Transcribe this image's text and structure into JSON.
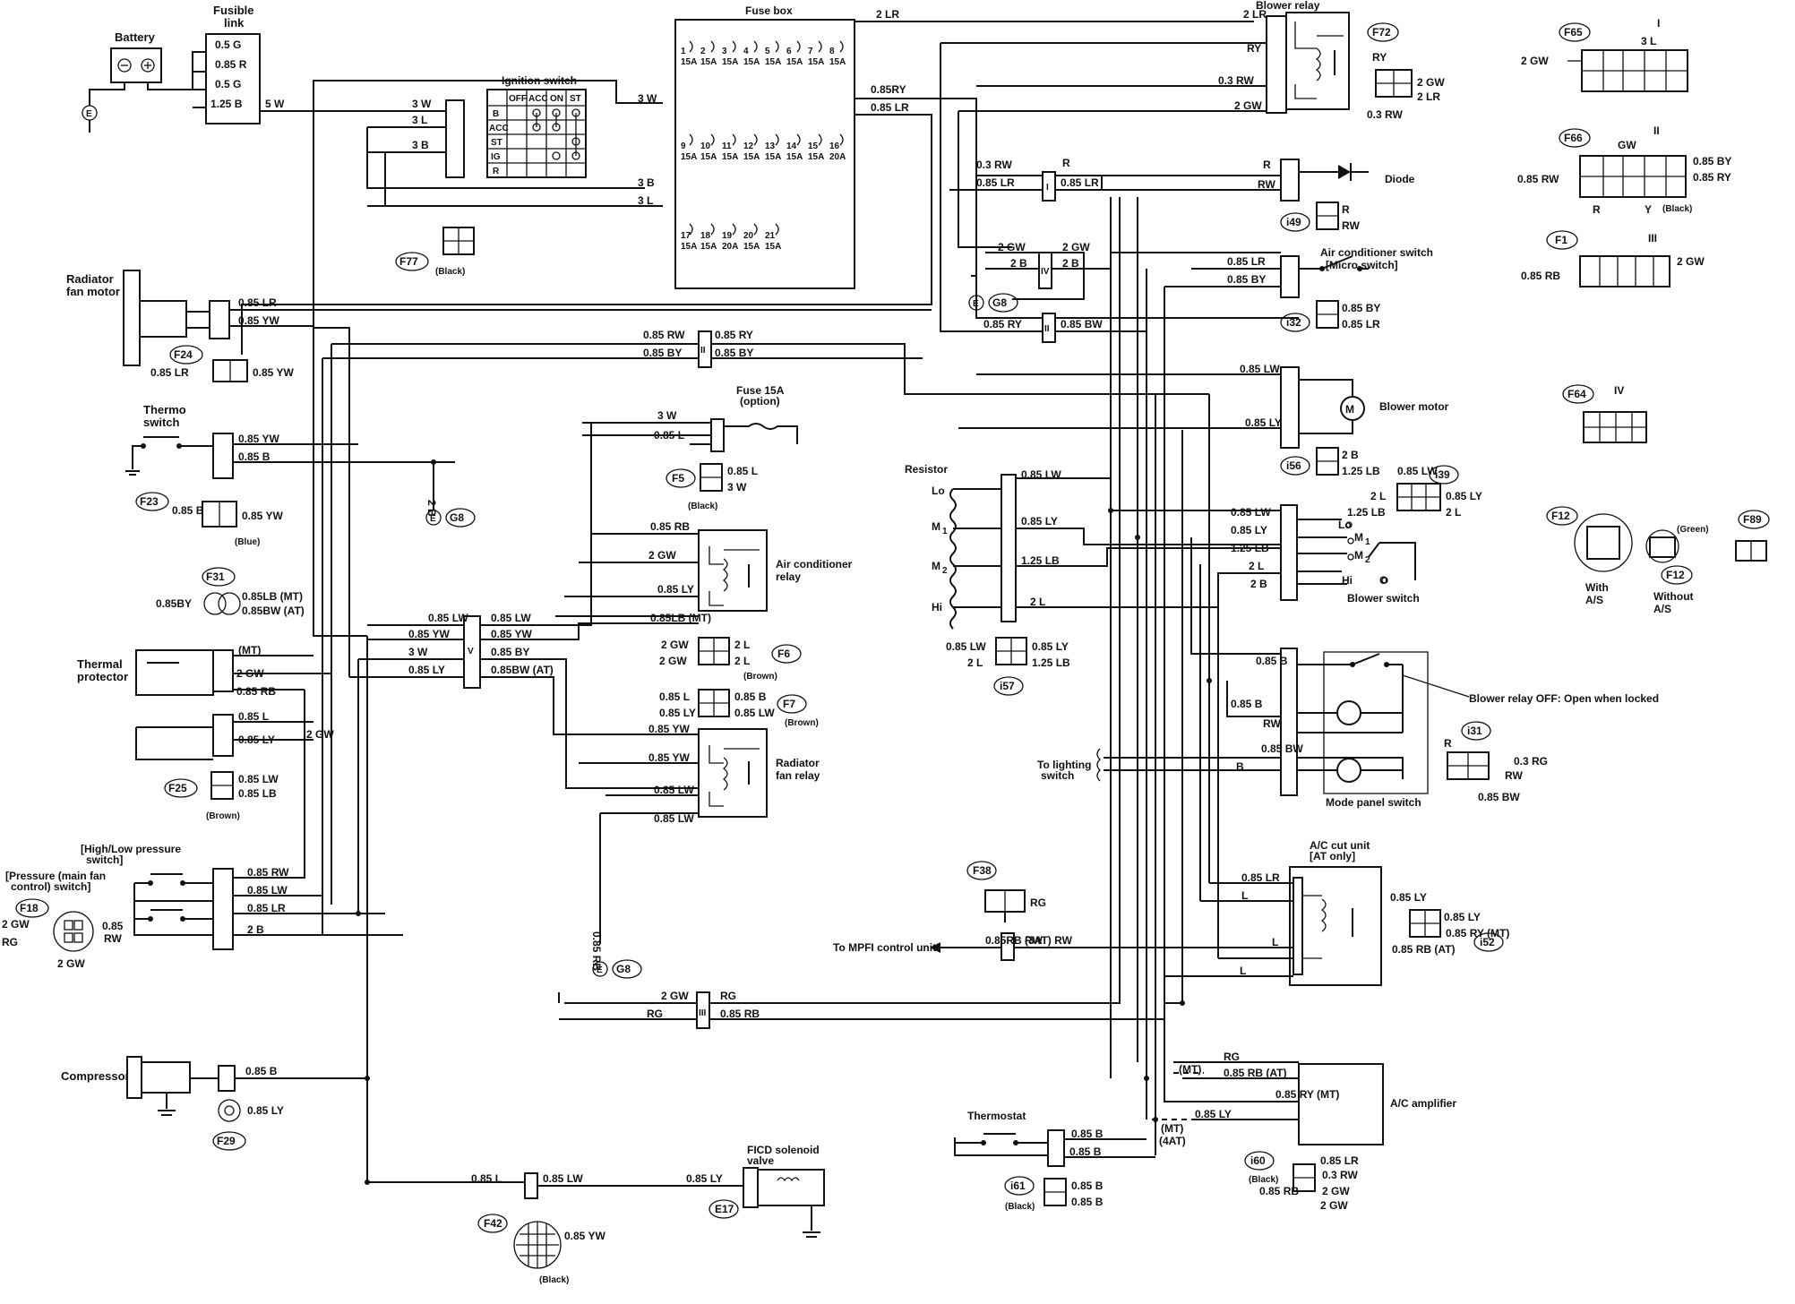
{
  "components": {
    "battery": "Battery",
    "fusible_link": "Fusible\nlink",
    "fuse_box": "Fuse box",
    "ignition_switch": "Ignition switch",
    "blower_relay": "Blower relay",
    "diode": "Diode",
    "ac_switch": "Air conditioner switch",
    "micro_switch": "[Micro switch]",
    "radiator_fan_motor": "Radiator\nfan motor",
    "thermo_switch": "Thermo\nswitch",
    "fuse_15a": "Fuse 15A\n(option)",
    "ac_relay": "Air conditioner\nrelay",
    "radiator_fan_relay": "Radiator\nfan relay",
    "thermal_protector": "Thermal\nprotector",
    "high_low_pressure": "[High/Low pressure\nswitch]",
    "pressure_switch": "[Pressure (main fan\ncontrol) switch]",
    "compressor": "Compressor",
    "ficd": "FICD solenoid\nvalve",
    "resistor": "Resistor",
    "blower_motor": "Blower motor",
    "blower_switch": "Blower switch",
    "mode_panel_switch": "Mode panel switch",
    "blower_relay_off": "Blower relay OFF:  Open when locked",
    "to_lighting": "To lighting\nswitch",
    "ac_cut_unit": "A/C cut unit\n[AT only]",
    "to_mpfi": "To MPFI control unit",
    "ac_amplifier": "A/C amplifier",
    "thermostat": "Thermostat",
    "with_as": "With\nA/S",
    "without_as": "Without\nA/S"
  },
  "ignition_table": {
    "headers": [
      "OFF",
      "ACC",
      "ON",
      "ST"
    ],
    "rows": [
      "B",
      "ACC",
      "ST",
      "IG",
      "R"
    ]
  },
  "blower_switch_positions": [
    "Lo",
    "M1",
    "M2",
    "Hi",
    "O"
  ],
  "resistor_taps": [
    "Lo",
    "M1",
    "M2",
    "Hi"
  ],
  "connector_ids": [
    "F65",
    "F66",
    "F1",
    "F64",
    "F72",
    "F77",
    "F24",
    "F23",
    "F31",
    "F25",
    "F18",
    "F29",
    "F42",
    "F5",
    "F6",
    "F7",
    "F12",
    "F12",
    "F89",
    "F38",
    "E17",
    "i49",
    "i32",
    "i56",
    "i39",
    "i57",
    "i31",
    "i52",
    "i60",
    "i61",
    "G8",
    "G8",
    "G8",
    "G8"
  ],
  "connector_roman": [
    "I",
    "II",
    "III",
    "IV"
  ],
  "notes": [
    "(Black)",
    "(Blue)",
    "(Brown)",
    "(Black)",
    "(Brown)",
    "(Green)",
    "(Black)",
    "(Black)",
    "(Black)",
    "(Black)",
    "(Black)",
    "(MT)",
    "(MT)",
    "(4AT)",
    "(Black)"
  ],
  "wires": [
    "0.5 G",
    "0.85 R",
    "0.5 G",
    "1.25 B",
    "5 W",
    "2 LR",
    "3 W",
    "3 L",
    "3 B",
    "3 B",
    "3 L",
    "0.85RY",
    "0.85 LR",
    "2 LR",
    "RY",
    "0.3 RW",
    "2 GW",
    "RY",
    "2 GW",
    "2 LR",
    "0.3 RW",
    "0.3 RW",
    "R",
    "R",
    "0.85 LR",
    "0.85 LR",
    "RW",
    "R",
    "RW",
    "2 GW",
    "2 GW",
    "2 B",
    "2 B",
    "0.85 LR",
    "0.85 BY",
    "0.85 RY",
    "0.85 BW",
    "0.85 BY",
    "0.85 LR",
    "0.3 RW",
    "0.85 LR",
    "0.85 RW",
    "GW",
    "0.85 BY",
    "0.85 RY",
    "R",
    "Y",
    "0.85 RB",
    "2 GW",
    "2 GW",
    "2 B",
    "3 W",
    "3 L",
    "3 B",
    "0.85 LR",
    "0.85 YW",
    "0.85 RW",
    "0.85 RY",
    "0.85 BY",
    "0.85 BY",
    "0.85 LR",
    "0.85 YW",
    "3 W",
    "0.85 L",
    "0.85 L",
    "3 W",
    "2 GW",
    "2 L",
    "2 GW",
    "2 L",
    "0.85 LW",
    "0.85 LY",
    "2 B",
    "1.25 LB",
    "2 L",
    "0.85 YW",
    "0.85 B",
    "2 B",
    "0.85 B",
    "0.85 YW",
    "0.85 L",
    "0.85 RB",
    "2 GW",
    "0.85 LY",
    "0.85LB (MT)",
    "0.85BW (AT)",
    "0.85BY",
    "0.85 LW",
    "0.85 LY",
    "1.25 LB",
    "2 L",
    "0.85 LW",
    "0.85 LY",
    "1.25 LB",
    "2 L",
    "2 B",
    "0.85 LW",
    "0.85 LY",
    "2 L",
    "1.25 LB",
    "3 W",
    "0.85 LY",
    "0.85 LW",
    "0.85 YW",
    "3 W",
    "0.85 LY",
    "0.85 LW",
    "0.85 YW",
    "0.85 BY",
    "0.85BW (AT)",
    "0.85LB (MT)",
    "0.85 BW",
    "0.85 LB",
    "(MT)",
    "2 GW",
    "0.85 RB",
    "0.85 L",
    "0.85 LY",
    "2 GW",
    "0.85 RB",
    "0.85 L",
    "0.85 LY",
    "0.85 B",
    "0.85 LW",
    "0.85 YW",
    "0.85 YW",
    "0.85 LW",
    "0.85 B",
    "0.85 B",
    "RW",
    "0.85 BW",
    "B",
    "R",
    "0.3 RG",
    "RW",
    "0.85 BW",
    "B",
    "0.3 RG",
    "0.85 LB",
    "0.85 BW",
    "0.85 LB",
    "0.85 RW",
    "0.85 LR",
    "0.85 LW",
    "0.85 LB",
    "0.85 RW",
    "0.85 LW",
    "0.85 LR",
    "2 B",
    "2 GW",
    "0.85 RB",
    "2 GW",
    "RG",
    "0.85 RB",
    "0.85 LR",
    "L",
    "0.85 RY",
    "0.85 RY",
    "0.85 RB",
    "L",
    "0.85 LR",
    "L",
    "L",
    "L",
    "0.85 LY",
    "0.85 LY",
    "0.85 RY (MT)",
    "0.85 RB (AT)",
    "RG",
    "0.85RB (3AT) RW",
    "RW",
    "0.85 RB",
    "RW",
    "0.85 RB",
    "0.85 RB (3AT)",
    "RW",
    "RG",
    "0.85 RB (AT)",
    "0.85 RY (MT)",
    "0.85 LY",
    "0.85 B",
    "0.85 B",
    "0.85 LY",
    "0.3 RW",
    "0.85 LR",
    "0.3 RW",
    "0.85 RB",
    "2 GW",
    "2 GW",
    "2 B",
    "0.85 LW",
    "V",
    "0.85 L",
    "0.85 LW",
    "0.85 LY",
    "0.85 YW",
    "3 W",
    "2 GW",
    "3 L",
    "3 B"
  ]
}
